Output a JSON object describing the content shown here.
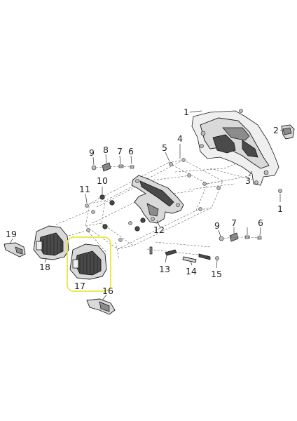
{
  "callouts": {
    "c1a": "1",
    "c1b": "1",
    "c2": "2",
    "c3": "3",
    "c4": "4",
    "c5": "5",
    "c6a": "6",
    "c6b": "6",
    "c7a": "7",
    "c7b": "7",
    "c8": "8",
    "c9a": "9",
    "c9b": "9",
    "c10": "10",
    "c11": "11",
    "c12": "12",
    "c13": "13",
    "c14": "14",
    "c15": "15",
    "c16": "16",
    "c17": "17",
    "c18": "18",
    "c19": "19"
  },
  "highlight": {
    "color": "#e9e63a",
    "target": "17"
  },
  "colors": {
    "line": "#333333",
    "part_fill": "#d9d9d9",
    "part_dark": "#4a4a4a"
  }
}
